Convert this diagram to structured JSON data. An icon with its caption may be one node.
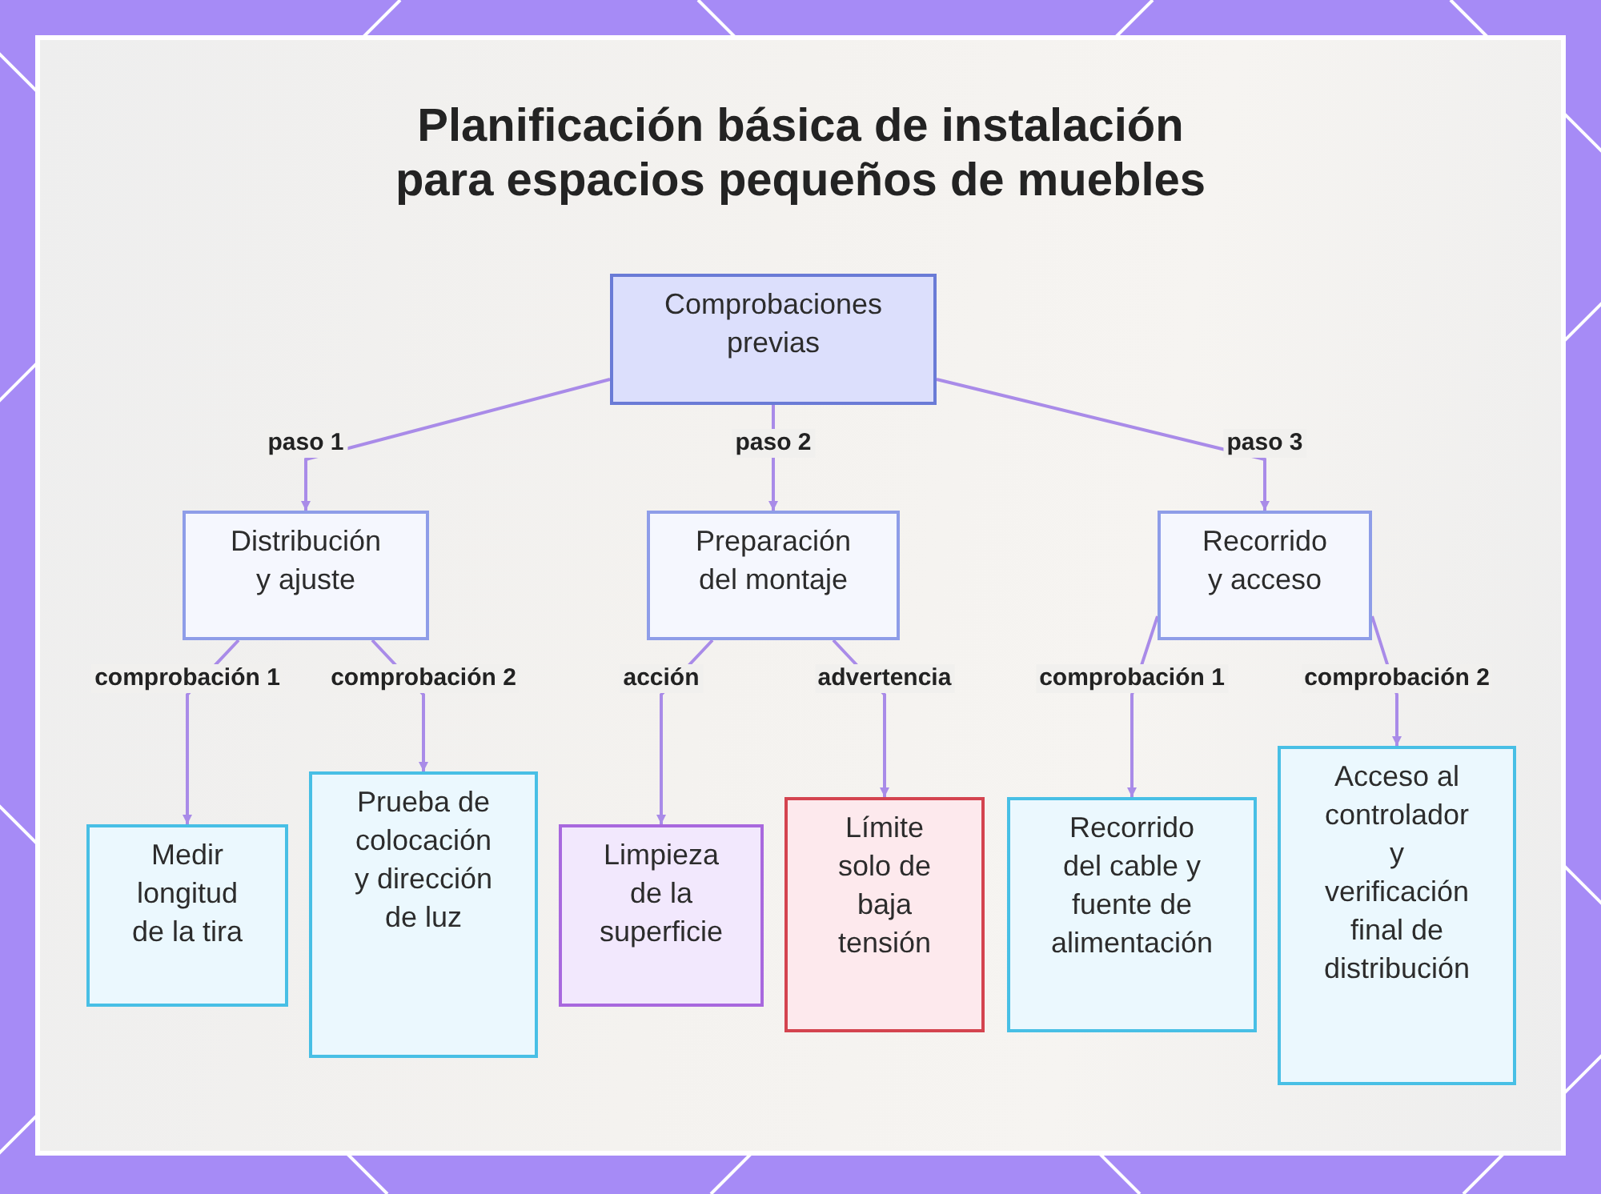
{
  "diagram": {
    "title": "Planificación básica de instalación para espacios pequeños de muebles",
    "nodes": [
      {
        "text": [
          "Comprobaciones previas"
        ]
      },
      {
        "text": [
          "Distribución y ajuste"
        ]
      },
      {
        "text": [
          "Preparación del montaje"
        ]
      },
      {
        "text": [
          "Recorrido y acceso"
        ]
      },
      {
        "text": [
          "Medir longitud de la tira"
        ]
      },
      {
        "text": [
          "Prueba de colocación y dirección de luz"
        ]
      },
      {
        "text": [
          "Limpieza de la superficie"
        ]
      },
      {
        "text": [
          "Límite solo de baja tensión"
        ]
      },
      {
        "text": [
          "Recorrido del cable y fuente de alimentación"
        ]
      },
      {
        "text": [
          "Acceso al controlador y verificación final de distribución"
        ]
      }
    ],
    "edges": [
      {
        "from": 0,
        "to": 1,
        "arrow": "to",
        "label": "paso 1"
      },
      {
        "from": 0,
        "to": 2,
        "arrow": "to",
        "label": "paso 2"
      },
      {
        "from": 0,
        "to": 3,
        "arrow": "to",
        "label": "paso 3"
      },
      {
        "from": 1,
        "to": 4,
        "arrow": "to",
        "label": "comprobación 1"
      },
      {
        "from": 1,
        "to": 5,
        "arrow": "to",
        "label": "comprobación 2"
      },
      {
        "from": 2,
        "to": 6,
        "arrow": "to",
        "label": "acción"
      },
      {
        "from": 2,
        "to": 7,
        "arrow": "to",
        "label": "advertencia"
      },
      {
        "from": 3,
        "to": 8,
        "arrow": "to",
        "label": "comprobación 1"
      },
      {
        "from": 3,
        "to": 9,
        "arrow": "to",
        "label": "comprobación 2"
      }
    ]
  }
}
